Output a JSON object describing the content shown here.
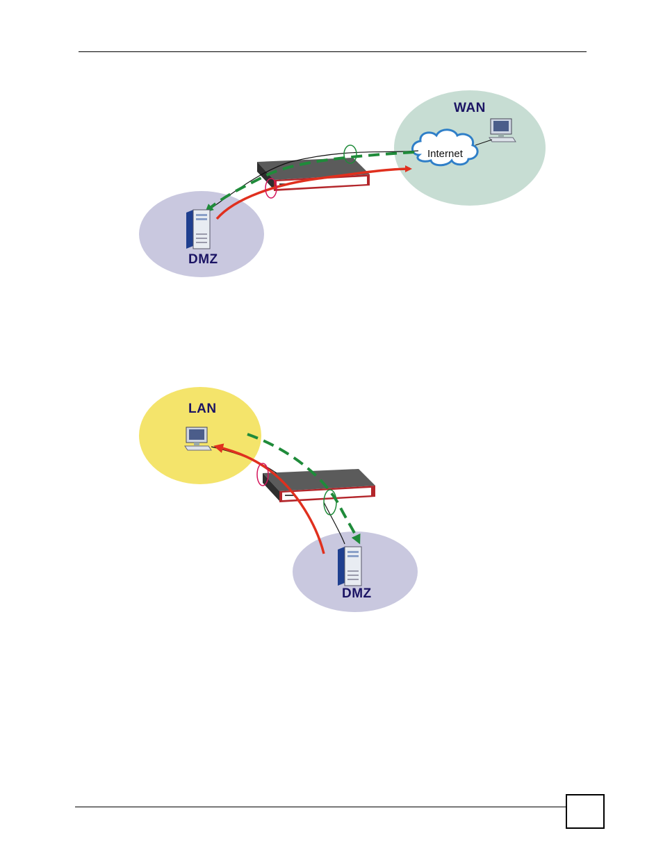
{
  "figure_wan_dmz": {
    "wan_label": "WAN",
    "internet_label": "Internet",
    "dmz_label": "DMZ"
  },
  "figure_lan_dmz": {
    "lan_label": "LAN",
    "dmz_label": "DMZ"
  },
  "colors": {
    "wan_zone": "#c7ddd3",
    "dmz_zone": "#c9c8df",
    "lan_zone": "#f4e46b",
    "arrow_blocked": "#e0301e",
    "arrow_allowed": "#1f8b3a",
    "label_text": "#1b1464"
  }
}
